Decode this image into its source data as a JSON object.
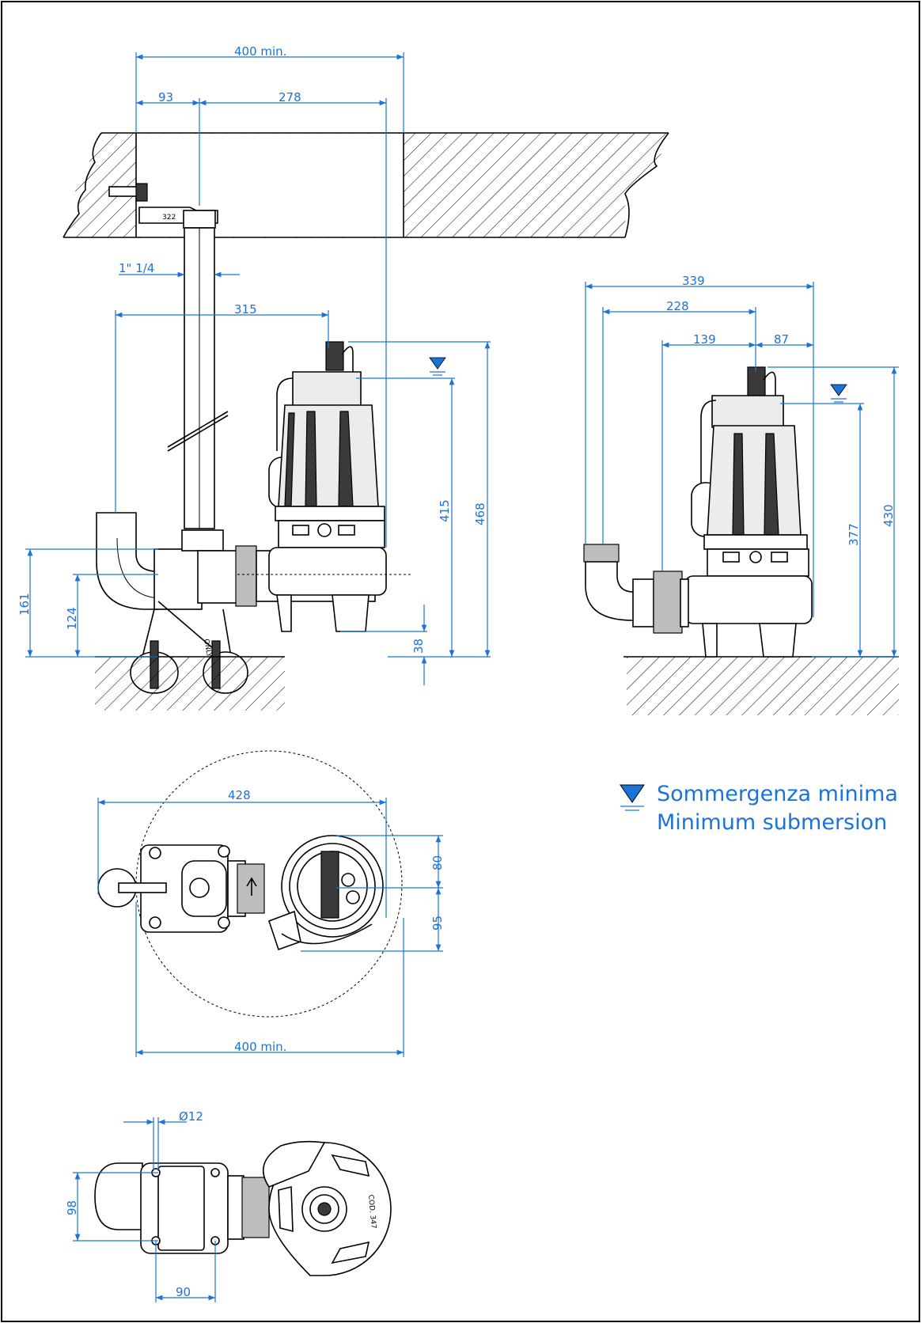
{
  "dimensions": {
    "top_overall": "400 min.",
    "top_left": "93",
    "top_right": "278",
    "pipe_size": "1\" 1/4",
    "side_315": "315",
    "height_415": "415",
    "height_468": "468",
    "height_161": "161",
    "height_124": "124",
    "height_38": "38",
    "right_339": "339",
    "right_228": "228",
    "right_139": "139",
    "right_87": "87",
    "right_377": "377",
    "right_430": "430",
    "plan_428": "428",
    "plan_80": "80",
    "plan_95": "95",
    "plan_bottom": "400 min.",
    "base_dia": "Ø12",
    "base_98": "98",
    "base_90": "90"
  },
  "part_labels": {
    "bracket_code": "322",
    "base_code": "COD. 347",
    "foot_code": "ONLY"
  },
  "legend": {
    "line1": "Sommergenza minima",
    "line2": "Minimum submersion"
  },
  "colors": {
    "dimension": "#1a73d9",
    "outline": "#000000"
  }
}
